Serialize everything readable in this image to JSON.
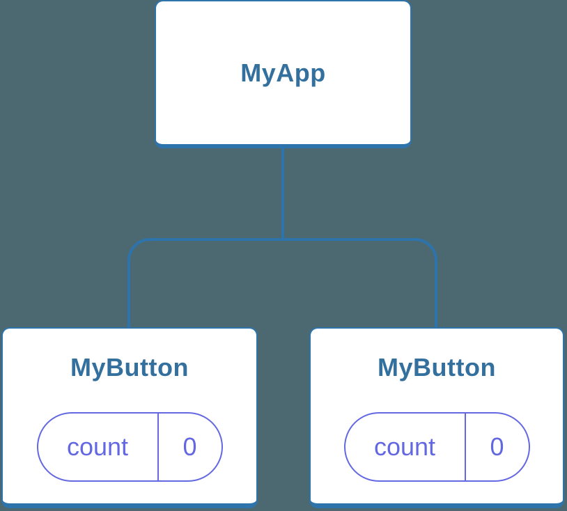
{
  "colors": {
    "background": "#4C6972",
    "connector_blue": "#2E74AC",
    "node_title_blue": "#33709E",
    "state_purple": "#6368E2",
    "node_fill": "#FFFFFF"
  },
  "tree": {
    "root": {
      "label": "MyApp"
    },
    "children": [
      {
        "label": "MyButton",
        "state": {
          "key": "count",
          "value": "0"
        }
      },
      {
        "label": "MyButton",
        "state": {
          "key": "count",
          "value": "0"
        }
      }
    ]
  }
}
